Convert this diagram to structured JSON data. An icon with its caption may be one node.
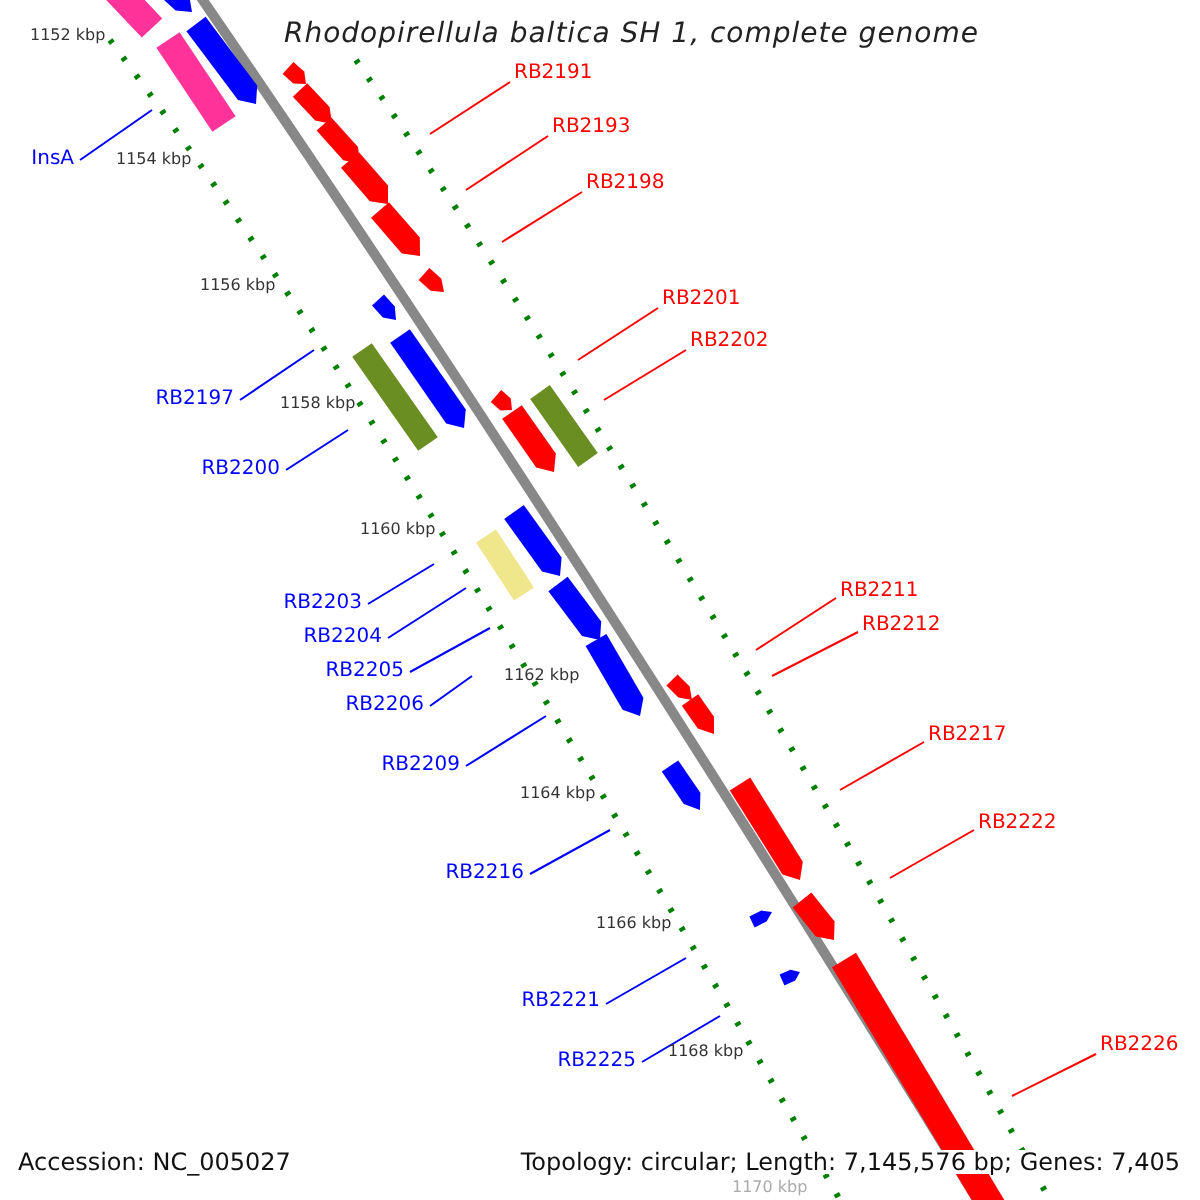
{
  "diagram": {
    "title": "Rhodopirellula baltica SH 1, complete genome",
    "nodes": [
      {
        "text": [
          "RB2191"
        ]
      },
      {
        "text": [
          "RB2193"
        ]
      },
      {
        "text": [
          "InsA"
        ]
      },
      {
        "text": [
          "RB2198"
        ]
      },
      {
        "text": [
          "RB2201"
        ]
      },
      {
        "text": [
          "RB2202"
        ]
      },
      {
        "text": [
          "RB2197"
        ]
      },
      {
        "text": [
          "RB2200"
        ]
      },
      {
        "text": [
          "RB2211"
        ]
      },
      {
        "text": [
          "RB2203"
        ]
      },
      {
        "text": [
          "RB2212"
        ]
      },
      {
        "text": [
          "RB2204"
        ]
      },
      {
        "text": [
          "RB2205"
        ]
      },
      {
        "text": [
          "RB2206"
        ]
      },
      {
        "text": [
          "RB2217"
        ]
      },
      {
        "text": [
          "RB2209"
        ]
      },
      {
        "text": [
          "RB2222"
        ]
      },
      {
        "text": [
          "RB2216"
        ]
      },
      {
        "text": [
          "RB2221"
        ]
      },
      {
        "text": [
          "RB2226"
        ]
      },
      {
        "text": [
          "RB2225"
        ]
      }
    ],
    "edges": [
      {
        "from": 0,
        "to": null,
        "arrow": "none",
        "color": "#ff0000"
      },
      {
        "from": 1,
        "to": null,
        "arrow": "none",
        "color": "#ff0000"
      },
      {
        "from": 2,
        "to": null,
        "arrow": "none",
        "color": "#0000ff"
      },
      {
        "from": 3,
        "to": null,
        "arrow": "none",
        "color": "#ff0000"
      },
      {
        "from": 4,
        "to": null,
        "arrow": "none",
        "color": "#ff0000"
      },
      {
        "from": 5,
        "to": null,
        "arrow": "none",
        "color": "#ff0000"
      },
      {
        "from": 6,
        "to": null,
        "arrow": "none",
        "color": "#0000ff"
      },
      {
        "from": 7,
        "to": null,
        "arrow": "none",
        "color": "#0000ff"
      },
      {
        "from": 8,
        "to": null,
        "arrow": "none",
        "color": "#ff0000"
      },
      {
        "from": 9,
        "to": null,
        "arrow": "none",
        "color": "#0000ff"
      },
      {
        "from": 10,
        "to": null,
        "arrow": "none",
        "color": "#ff0000"
      },
      {
        "from": 11,
        "to": null,
        "arrow": "none",
        "color": "#0000ff"
      },
      {
        "from": 12,
        "to": null,
        "arrow": "none",
        "color": "#0000ff"
      },
      {
        "from": 13,
        "to": null,
        "arrow": "none",
        "color": "#0000ff"
      },
      {
        "from": 14,
        "to": null,
        "arrow": "none",
        "color": "#ff0000"
      },
      {
        "from": 15,
        "to": null,
        "arrow": "none",
        "color": "#0000ff"
      },
      {
        "from": 16,
        "to": null,
        "arrow": "none",
        "color": "#ff0000"
      },
      {
        "from": 17,
        "to": null,
        "arrow": "none",
        "color": "#0000ff"
      },
      {
        "from": 18,
        "to": null,
        "arrow": "none",
        "color": "#0000ff"
      },
      {
        "from": 19,
        "to": null,
        "arrow": "none",
        "color": "#ff0000"
      },
      {
        "from": 20,
        "to": null,
        "arrow": "none",
        "color": "#0000ff"
      }
    ],
    "labels": [
      "1152 kbp",
      "1154 kbp",
      "1156 kbp",
      "1158 kbp",
      "1160 kbp",
      "1162 kbp",
      "1164 kbp",
      "1166 kbp",
      "1168 kbp",
      "1170 kbp",
      "Accession: NC_005027",
      "Topology: circular; Length: 7,145,576 bp; Genes: 7,405"
    ]
  }
}
